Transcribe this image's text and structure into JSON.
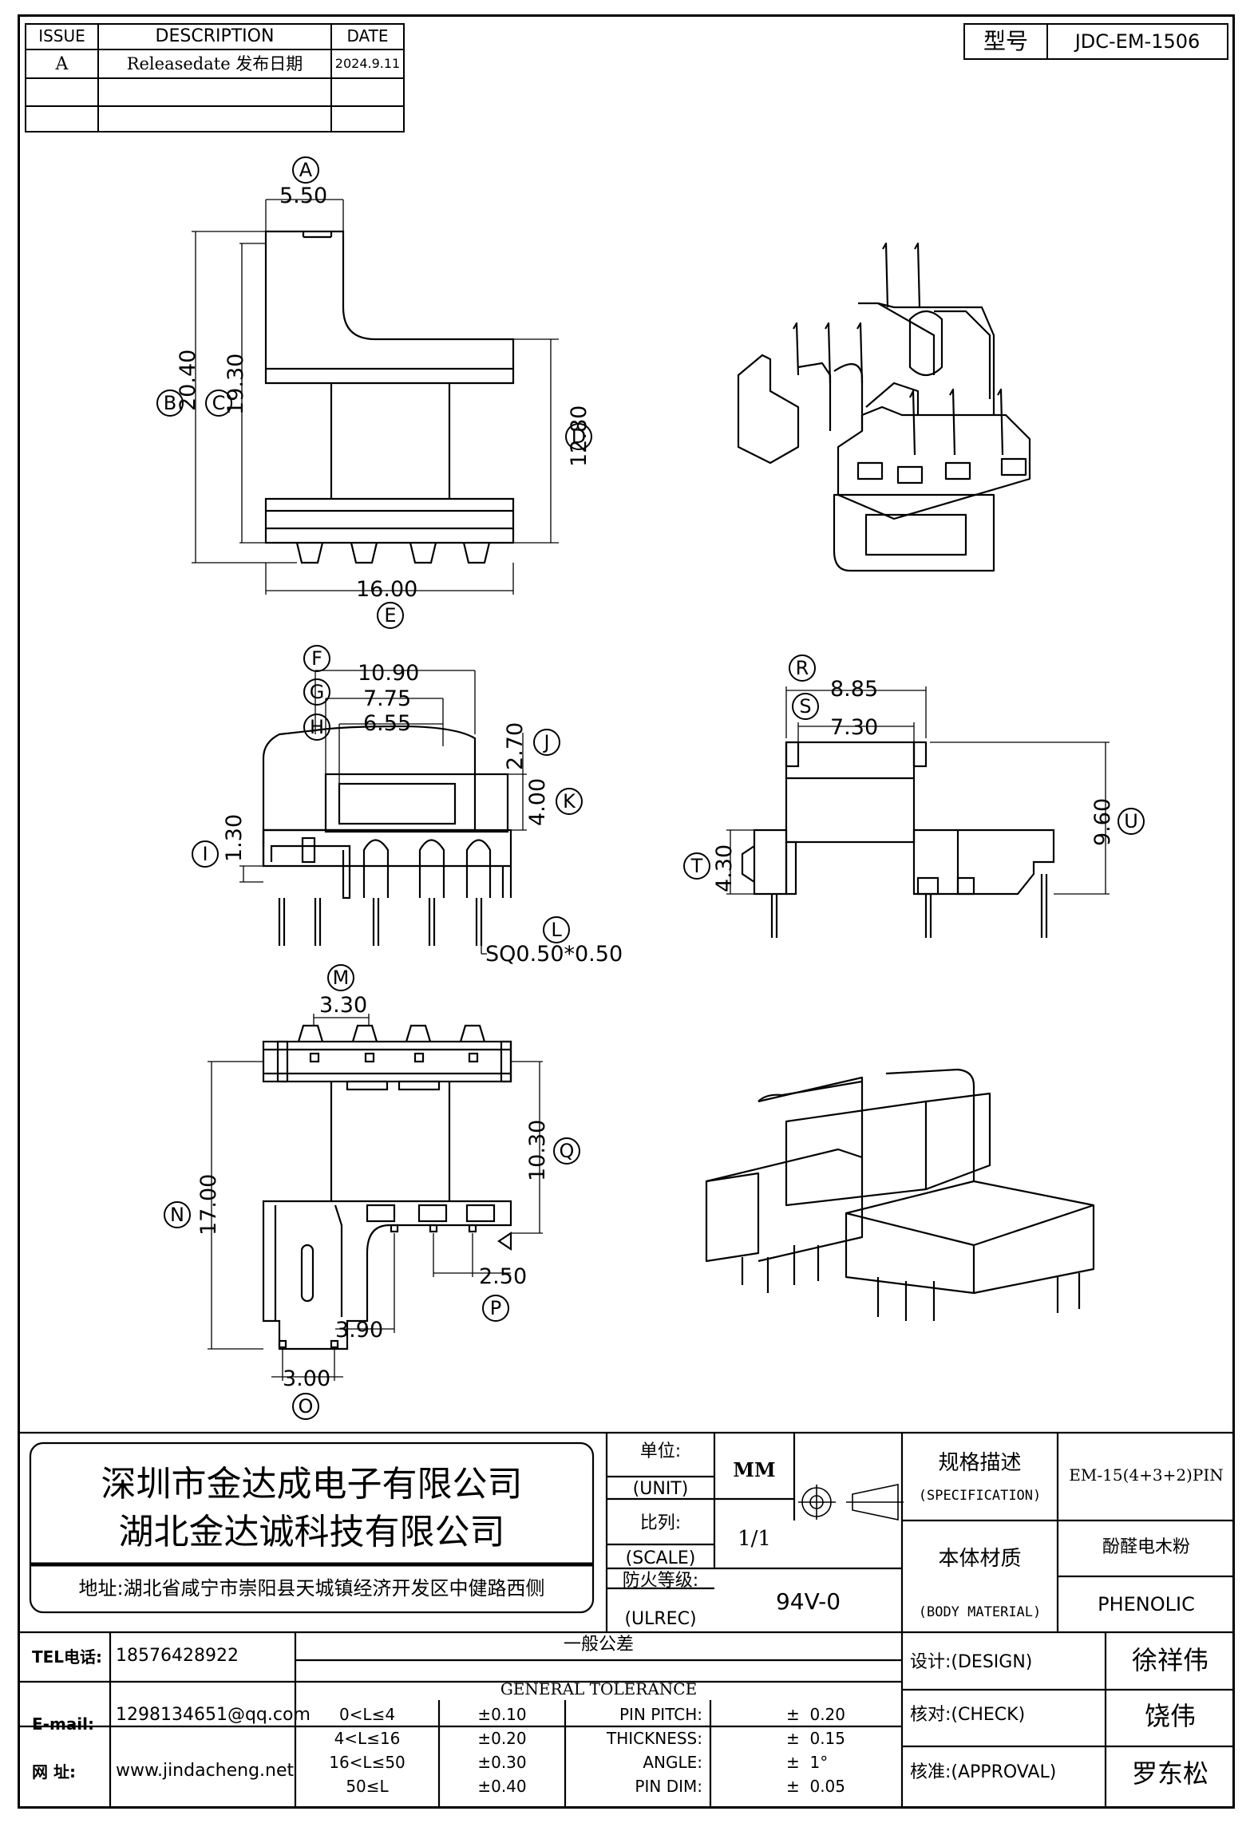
{
  "revision_table": {
    "headers": {
      "issue": "ISSUE",
      "description": "DESCRIPTION",
      "date": "DATE"
    },
    "rows": [
      {
        "issue": "A",
        "description": "Releasedate 发布日期",
        "date": "2024.9.11"
      },
      {
        "issue": "",
        "description": "",
        "date": ""
      },
      {
        "issue": "",
        "description": "",
        "date": ""
      }
    ]
  },
  "model": {
    "label": "型号",
    "value": "JDC-EM-1506"
  },
  "dimensions": {
    "A": {
      "letter": "A",
      "value": "5.50"
    },
    "B": {
      "letter": "B",
      "value": "20.40"
    },
    "C": {
      "letter": "C",
      "value": "19.30"
    },
    "D": {
      "letter": "D",
      "value": "12.80"
    },
    "E": {
      "letter": "E",
      "value": "16.00"
    },
    "F": {
      "letter": "F",
      "value": "10.90"
    },
    "G": {
      "letter": "G",
      "value": "7.75"
    },
    "H": {
      "letter": "H",
      "value": "6.55"
    },
    "I": {
      "letter": "I",
      "value": "1.30"
    },
    "J": {
      "letter": "J",
      "value": "2.70"
    },
    "K": {
      "letter": "K",
      "value": "4.00"
    },
    "L": {
      "letter": "L",
      "value": "SQ0.50*0.50"
    },
    "M": {
      "letter": "M",
      "value": "3.30"
    },
    "N": {
      "letter": "N",
      "value": "17.00"
    },
    "O": {
      "letter": "O",
      "value": "3.00"
    },
    "P": {
      "letter": "P",
      "value": "2.50"
    },
    "Q": {
      "letter": "Q",
      "value": "10.30"
    },
    "R": {
      "letter": "R",
      "value": "8.85"
    },
    "S": {
      "letter": "S",
      "value": "7.30"
    },
    "T": {
      "letter": "T",
      "value": "4.30"
    },
    "U": {
      "letter": "U",
      "value": "9.60"
    },
    "extra_390": "3.90"
  },
  "company": {
    "name1": "深圳市金达成电子有限公司",
    "name2": "湖北金达诚科技有限公司",
    "address": "地址:湖北省咸宁市崇阳县天城镇经济开发区中健路西侧"
  },
  "title_block": {
    "unit_label": "单位:",
    "unit_label_en": "(UNIT)",
    "unit_value": "MM",
    "scale_label": "比列:",
    "scale_label_en": "(SCALE)",
    "scale_value": "1/1",
    "fire_label": "防火等级:",
    "fire_label_en": "(ULREC)",
    "fire_value": "94V-0",
    "spec_label": "规格描述",
    "spec_label_en": "(SPECIFICATION)",
    "spec_value": "EM-15(4+3+2)PIN",
    "material_label": "本体材质",
    "material_label_en": "(BODY MATERIAL)",
    "material_value_cn": "酚醛电木粉",
    "material_value_en": "PHENOLIC",
    "design_label": "设计:(DESIGN)",
    "design_value": "徐祥伟",
    "check_label": "核对:(CHECK)",
    "check_value": "饶伟",
    "approval_label": "核准:(APPROVAL)",
    "approval_value": "罗东松"
  },
  "contact": {
    "tel_label": "TEL电话:",
    "tel": "18576428922",
    "email_label": "E-mail:",
    "email": "1298134651@qq.com",
    "web_label": "网  址:",
    "web": "www.jindacheng.net"
  },
  "tolerance": {
    "title_cn": "一般公差",
    "title_en": "GENERAL TOLERANCE",
    "ranges": [
      {
        "range": "0<L≤4",
        "tol": "±0.10"
      },
      {
        "range": "4<L≤16",
        "tol": "±0.20"
      },
      {
        "range": "16<L≤50",
        "tol": "±0.30"
      },
      {
        "range": "50≤L",
        "tol": "±0.40"
      }
    ],
    "items": [
      {
        "label": "PIN PITCH:",
        "value": "±  0.20"
      },
      {
        "label": "THICKNESS:",
        "value": "±  0.15"
      },
      {
        "label": "ANGLE:",
        "value": "±  1°"
      },
      {
        "label": "PIN DIM:",
        "value": "±  0.05"
      }
    ]
  }
}
